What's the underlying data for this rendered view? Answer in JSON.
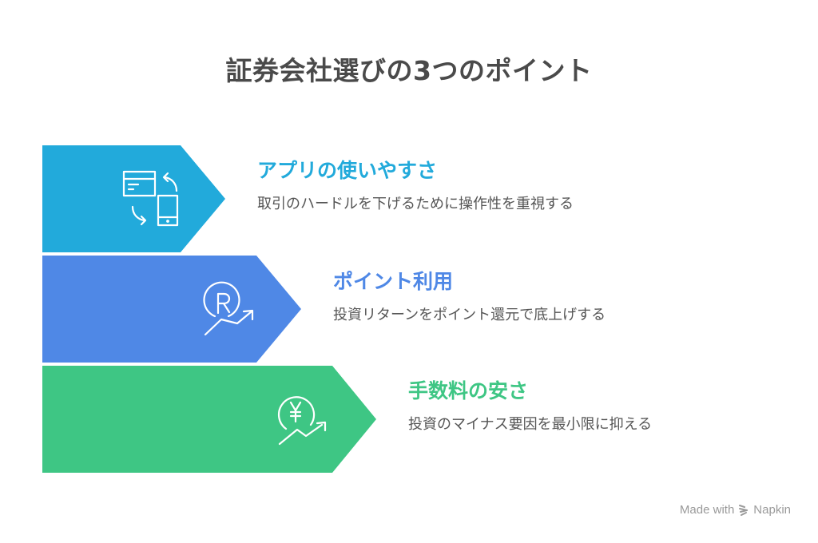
{
  "title": "証券会社選びの3つのポイント",
  "colors": {
    "title": "#4a4a4a",
    "band1": "#22AADB",
    "band2": "#4F88E6",
    "band3": "#3EC684",
    "description": "#555555",
    "footer": "#9a9a9a"
  },
  "points": [
    {
      "heading": "アプリの使いやすさ",
      "description": "取引のハードルを下げるために操作性を重視する",
      "icon": "app-transfer-icon",
      "color": "#22AADB"
    },
    {
      "heading": "ポイント利用",
      "description": "投資リターンをポイント還元で底上げする",
      "icon": "points-growth-icon",
      "color": "#4F88E6"
    },
    {
      "heading": "手数料の安さ",
      "description": "投資のマイナス要因を最小限に抑える",
      "icon": "yen-growth-icon",
      "color": "#3EC684"
    }
  ],
  "footer": {
    "made_with": "Made with",
    "brand": "Napkin",
    "icon": "napkin-logo-icon"
  }
}
